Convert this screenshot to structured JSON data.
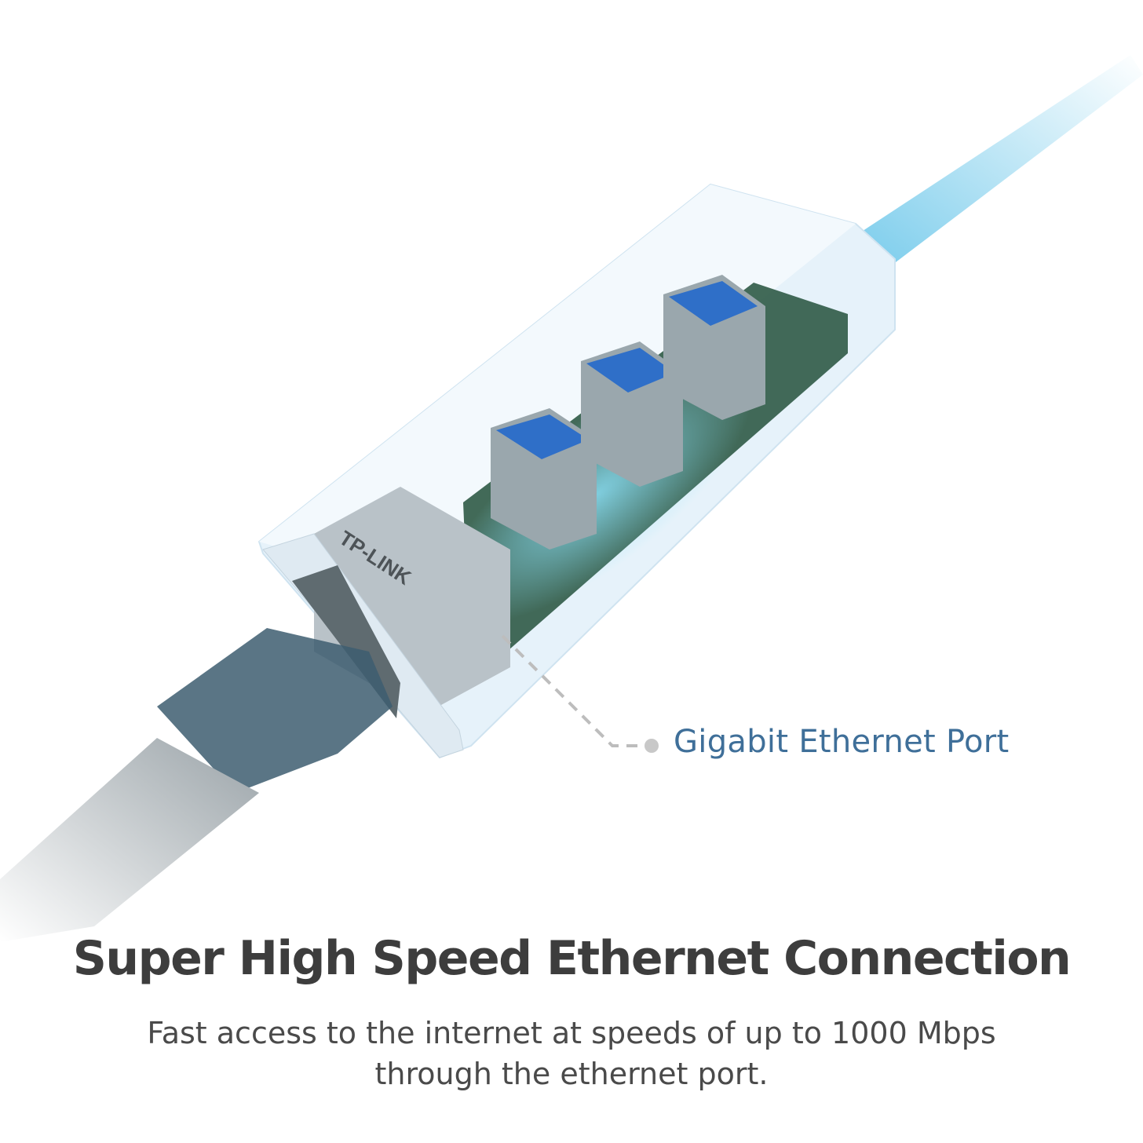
{
  "callout": {
    "label": "Gigabit Ethernet Port",
    "color": "#3f6f99"
  },
  "headline": "Super High Speed Ethernet Connection",
  "description": {
    "line1": "Fast access to the internet at speeds of up to 1000 Mbps",
    "line2": "through the ethernet port."
  },
  "product": {
    "logo_text": "TP-LINK",
    "usb_port_count": 3,
    "usb_port_color": "#2f6fc8",
    "body_color": "#e8f3fb",
    "pcb_color": "#2f5a46"
  }
}
